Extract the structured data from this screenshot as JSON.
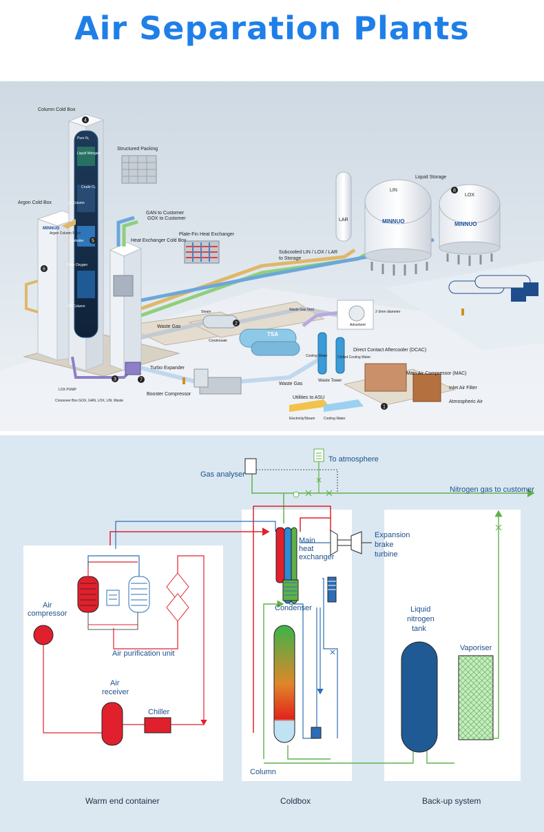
{
  "page_title": "Air Separation Plants",
  "top": {
    "column_cold_box": "Column Cold Box",
    "structured_packing": "Structured Packing",
    "pure_n2": "Pure N₂",
    "liquid_nitrogen": "Liquid Nitrogen",
    "crude_o2": "Crude O₂",
    "lp_column": "LP Column",
    "reboiler": "Reboiler",
    "pure_oxygen": "Pure Oxygen",
    "hp_column": "HP Column",
    "argon_cold_box": "Argon Cold Box",
    "argon_column_feed": "Argon Column Feed",
    "gan_to_customer": "GAN to Customer",
    "gox_to_customer": "GOX to Customer",
    "plate_fin": "Plate-Fin Heat Exchanger",
    "hx_cold_box": "Heat Exchanger Cold Box",
    "subcooled": "Subcooled LIN / LOX / LAR",
    "to_storage": "to Storage",
    "liquid_storage": "Liquid Storage",
    "lin": "LIN",
    "lox": "LOX",
    "lar": "LAR",
    "brand": "MINNUO",
    "waste_gas": "Waste Gas",
    "steam": "Steam",
    "condensate": "Condensate",
    "tsa": "TSA",
    "waste_gas_vent": "Waste Gas Vent",
    "adsorbent": "Adsorbent",
    "diameter": "2-3mm diameter",
    "dcac": "Direct Contact Aftercooler (DCAC)",
    "mac": "Main Air Compressor (MAC)",
    "inlet_air_filter": "Inlet Air Filter",
    "atmospheric_air": "Atmospheric Air",
    "turbo_expander": "Turbo Expander",
    "booster": "Booster Compressor",
    "lox_pump": "LOX PUMP",
    "crossover": "Crossover Box GOX, GAN, LOX, LIN, Waste",
    "waste_tower": "Waste Tower",
    "cooling_water": "Cooling Water",
    "chilled_cooling_water": "Chilled Cooling Water",
    "utilities": "Utilities to ASU",
    "electricity_steam": "Electricity/Steam",
    "cooling_water_2": "Cooling Water",
    "badges": [
      "1",
      "2",
      "3",
      "4",
      "5",
      "6",
      "7",
      "8"
    ]
  },
  "bottom": {
    "to_atmosphere": "To atmosphere",
    "gas_analyser": "Gas analyser",
    "nitrogen_gas": "Nitrogen gas to customer",
    "expansion": "Expansion",
    "brake": "brake",
    "turbine": "turbine",
    "main": "Main",
    "heat": "heat",
    "exchanger": "exchanger",
    "condenser": "Condenser",
    "air_compressor_1": "Air",
    "air_compressor_2": "compressor",
    "air_purification": "Air purification unit",
    "air_receiver_1": "Air",
    "air_receiver_2": "receiver",
    "chiller": "Chiller",
    "column": "Column",
    "liquid_1": "Liquid",
    "liquid_2": "nitrogen",
    "liquid_3": "tank",
    "vaporiser": "Vaporiser",
    "warm_end": "Warm end container",
    "coldbox": "Coldbox",
    "backup": "Back-up system"
  },
  "colors": {
    "title": "#1f7fe8",
    "red_line": "#e0202c",
    "blue_line": "#2d6db5",
    "green_line": "#5fb04a",
    "panel_bg": "#dbe8f1"
  }
}
